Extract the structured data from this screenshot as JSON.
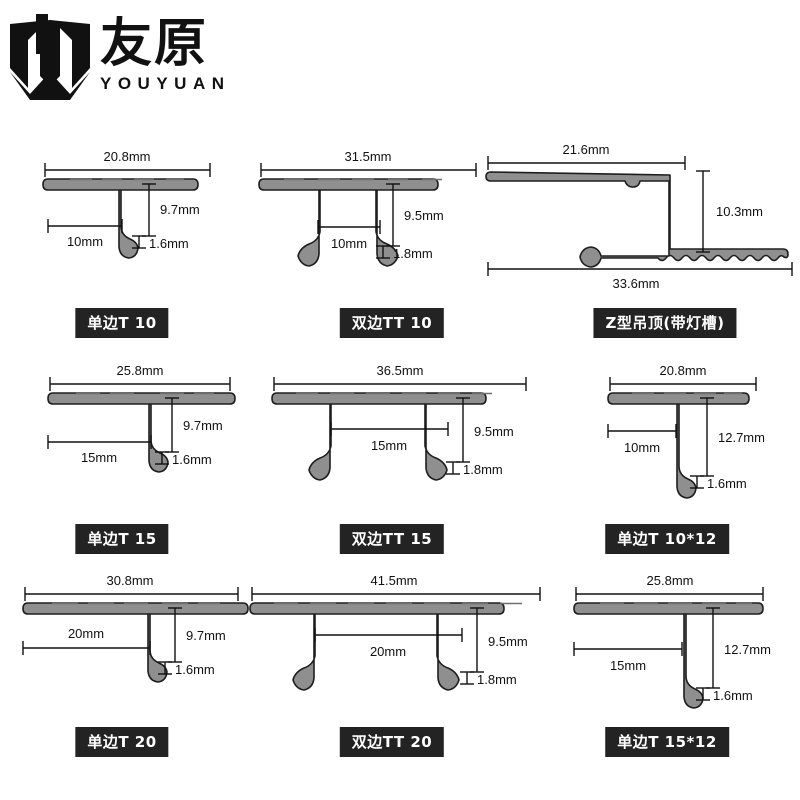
{
  "brand": {
    "logo_icon": "youyuan-logo-mark",
    "name_cn": "友原",
    "name_en": "YOUYUAN"
  },
  "profiles": [
    {
      "id": "dan-bian-t-10",
      "label": "单边T 10",
      "type": "single-t",
      "dims": {
        "width": "20.8mm",
        "flange": "10mm",
        "height": "9.7mm",
        "thickness": "1.6mm"
      }
    },
    {
      "id": "shuang-bian-tt-10",
      "label": "双边TT 10",
      "type": "double-t",
      "dims": {
        "width": "31.5mm",
        "span": "10mm",
        "height": "9.5mm",
        "thickness": "1.8mm"
      }
    },
    {
      "id": "z-xing-diao-ding",
      "label": "Z型吊顶(带灯槽)",
      "type": "z-channel",
      "dims": {
        "top": "21.6mm",
        "height": "10.3mm",
        "bottom": "33.6mm"
      }
    },
    {
      "id": "dan-bian-t-15",
      "label": "单边T 15",
      "type": "single-t",
      "dims": {
        "width": "25.8mm",
        "flange": "15mm",
        "height": "9.7mm",
        "thickness": "1.6mm"
      }
    },
    {
      "id": "shuang-bian-tt-15",
      "label": "双边TT 15",
      "type": "double-t",
      "dims": {
        "width": "36.5mm",
        "span": "15mm",
        "height": "9.5mm",
        "thickness": "1.8mm"
      }
    },
    {
      "id": "dan-bian-t-10-12",
      "label": "单边T 10*12",
      "type": "single-t-tall",
      "dims": {
        "width": "20.8mm",
        "flange": "10mm",
        "height": "12.7mm",
        "thickness": "1.6mm"
      }
    },
    {
      "id": "dan-bian-t-20",
      "label": "单边T 20",
      "type": "single-t",
      "dims": {
        "width": "30.8mm",
        "flange": "20mm",
        "height": "9.7mm",
        "thickness": "1.6mm"
      }
    },
    {
      "id": "shuang-bian-tt-20",
      "label": "双边TT 20",
      "type": "double-t",
      "dims": {
        "width": "41.5mm",
        "span": "20mm",
        "height": "9.5mm",
        "thickness": "1.8mm"
      }
    },
    {
      "id": "dan-bian-t-15-12",
      "label": "单边T 15*12",
      "type": "single-t-tall",
      "dims": {
        "width": "25.8mm",
        "flange": "15mm",
        "height": "12.7mm",
        "thickness": "1.6mm"
      }
    }
  ],
  "colors": {
    "metal_fill": "#8f8f8f",
    "outline": "#1e1e1e",
    "label_bg": "#232323",
    "label_text": "#ffffff",
    "background": "#ffffff"
  }
}
